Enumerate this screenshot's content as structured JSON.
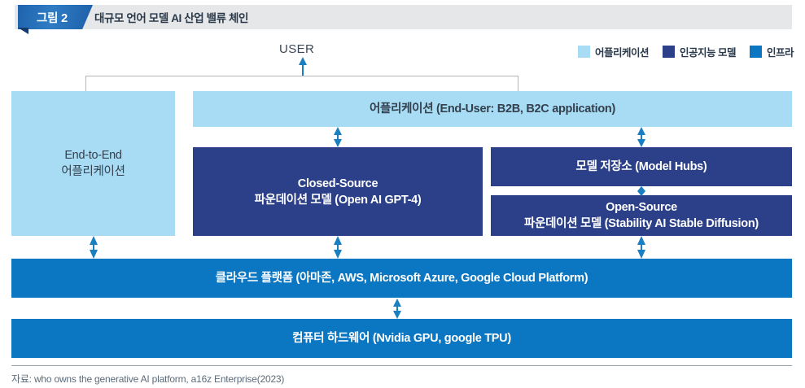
{
  "header": {
    "badge_label": "그림 2",
    "title": "대규모 언어 모델 AI 산업 밸류 체인"
  },
  "legend": {
    "items": [
      {
        "label": "어플리케이션",
        "color": "#a8dcf5"
      },
      {
        "label": "인공지능 모델",
        "color": "#2b4089"
      },
      {
        "label": "인프라",
        "color": "#0b76c2"
      }
    ]
  },
  "diagram": {
    "user_label": "USER",
    "boxes": {
      "end_to_end": "End-to-End\n어플리케이션",
      "end_to_end_line1": "End-to-End",
      "end_to_end_line2": "어플리케이션",
      "application": "어플리케이션 (End-User: B2B, B2C application)",
      "closed_source_line1": "Closed-Source",
      "closed_source_line2": "파운데이션 모델 (Open AI GPT-4)",
      "model_hubs": "모델 저장소 (Model Hubs)",
      "open_source_line1": "Open-Source",
      "open_source_line2": "파운데이션 모델 (Stability AI Stable Diffusion)",
      "cloud_platform": "클라우드 플랫폼 (아마존, AWS, Microsoft Azure, Google Cloud Platform)",
      "hardware": "컴퓨터 하드웨어 (Nvidia GPU, google TPU)"
    },
    "arrow_color": "#1a7fc1"
  },
  "footer": {
    "source": "자료: who owns the generative AI platform, a16z Enterprise(2023)"
  }
}
